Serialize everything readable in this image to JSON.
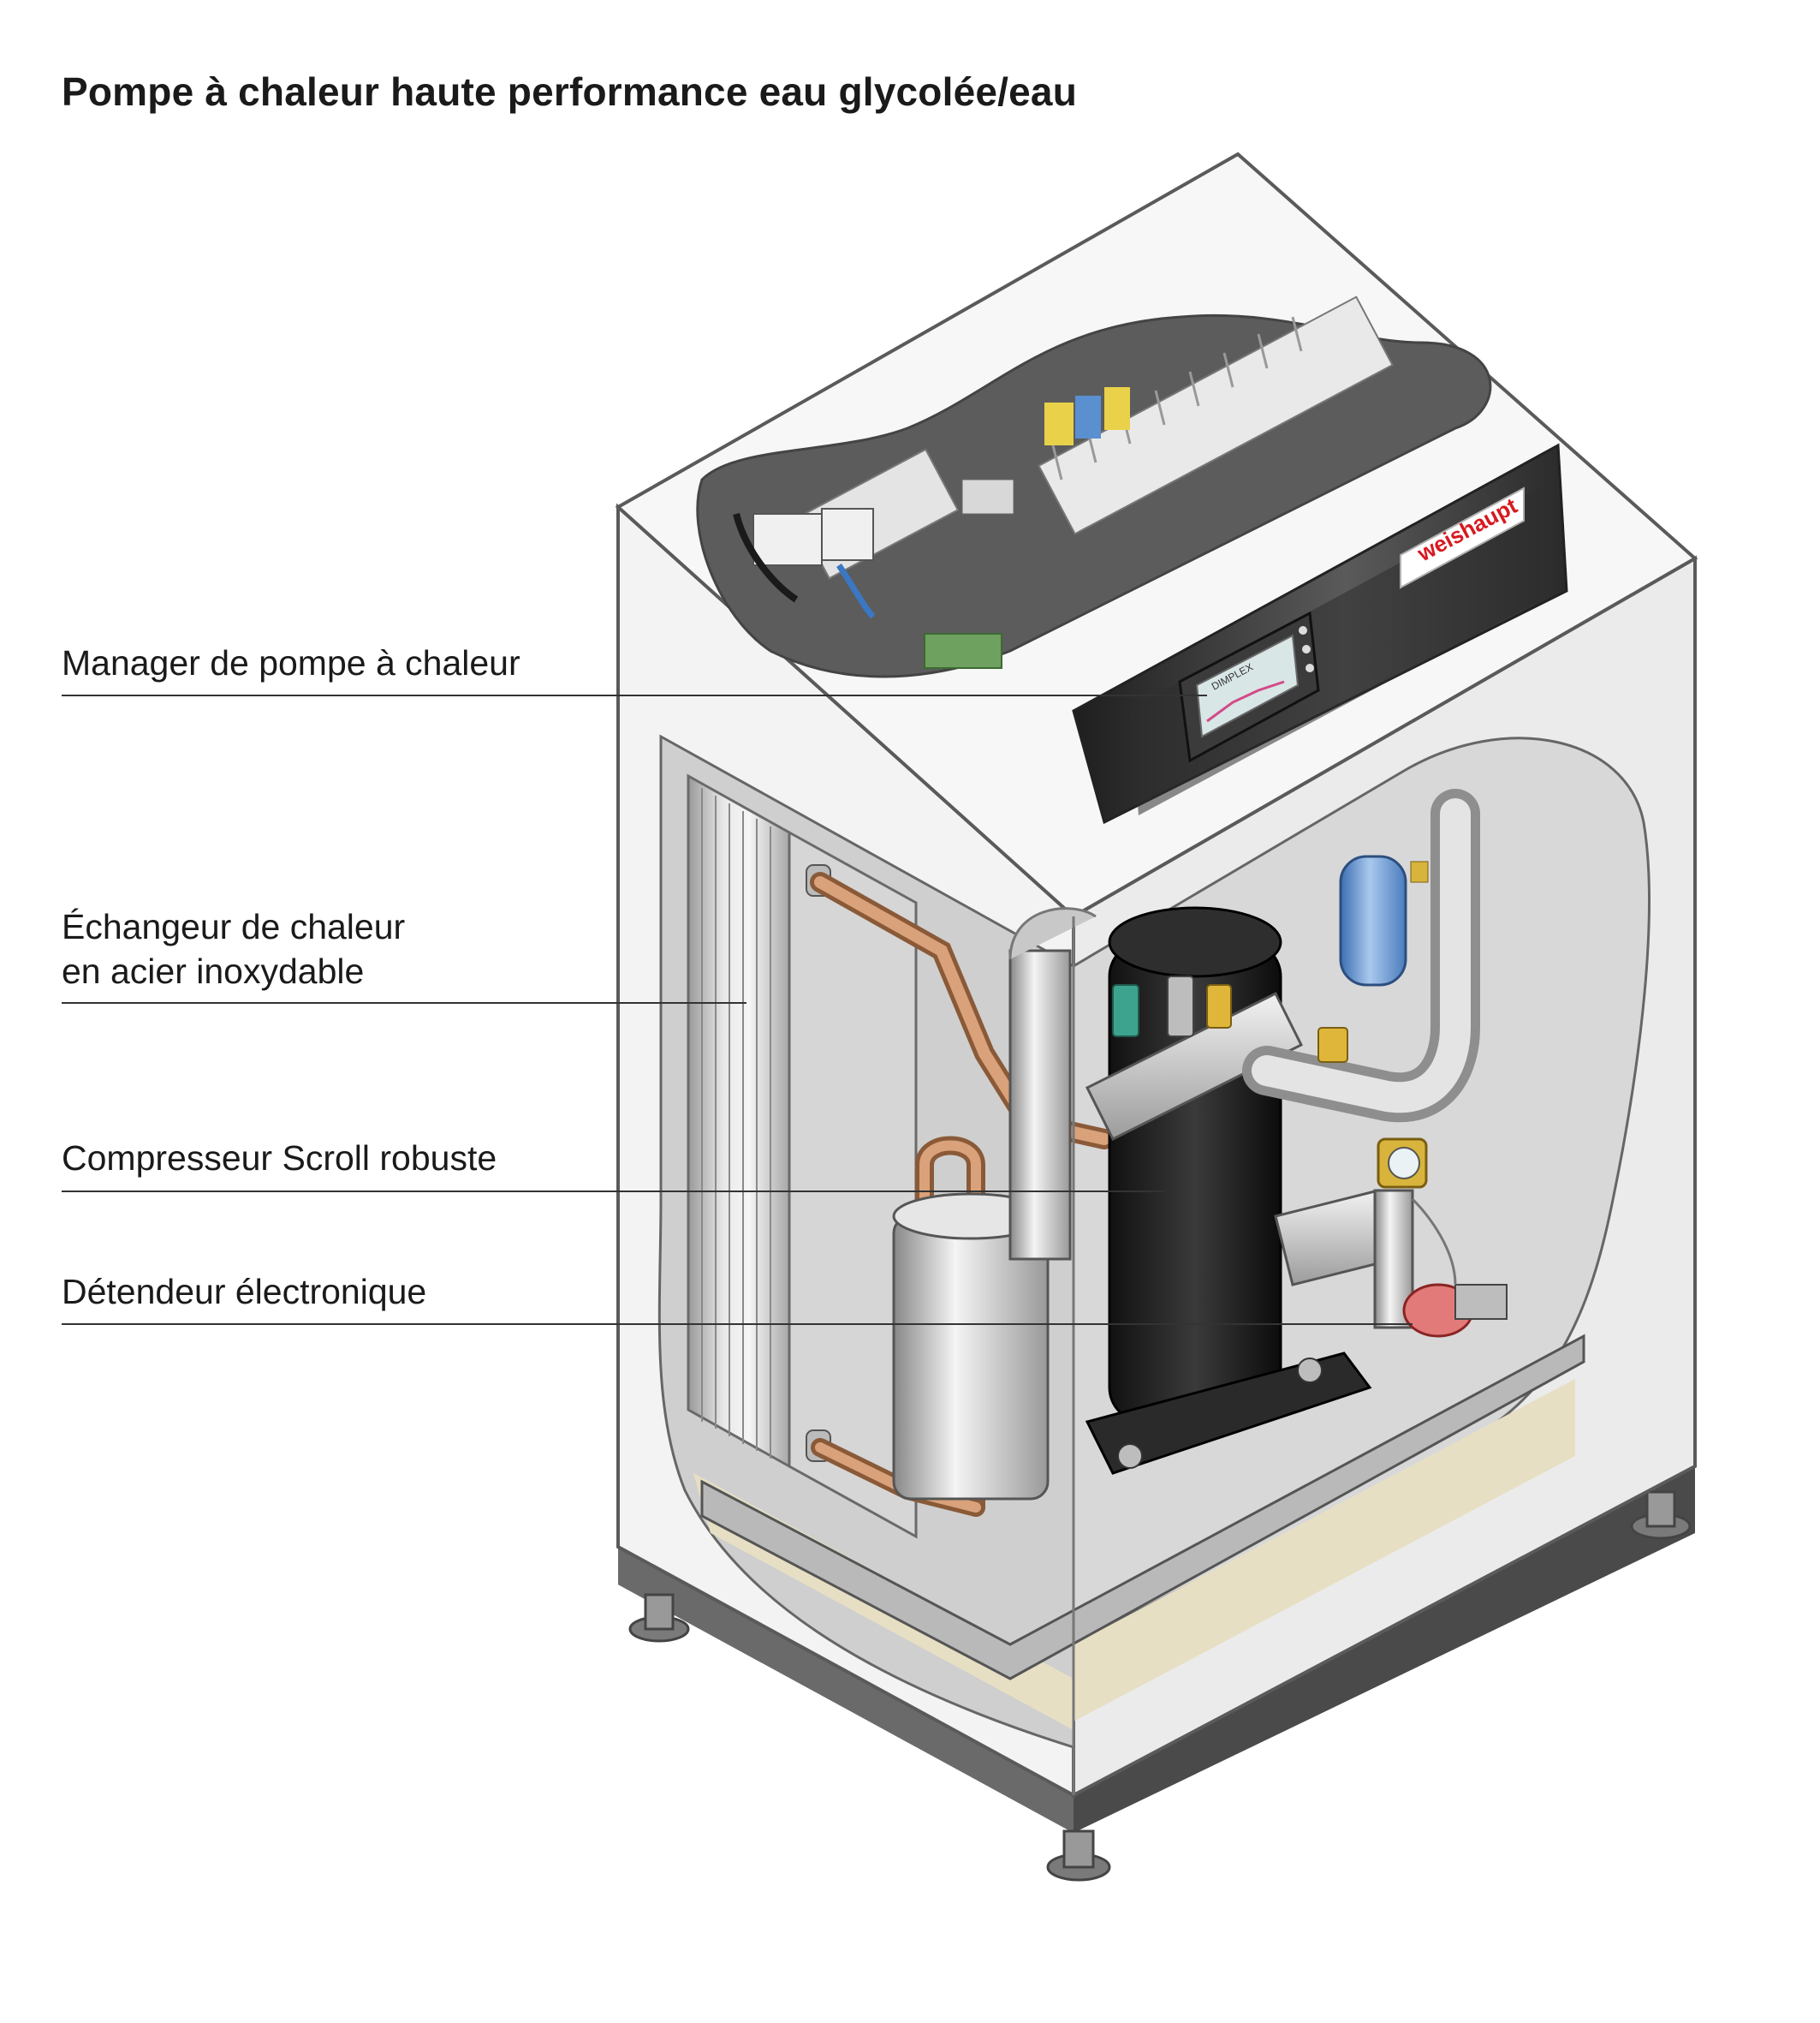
{
  "title": "Pompe à chaleur haute performance eau glycolée/eau",
  "brand": "weishaupt",
  "controller_display": "DIMPLEX",
  "callouts": [
    {
      "lines": [
        "Manager de pompe à chaleur"
      ]
    },
    {
      "lines": [
        "Échangeur de chaleur",
        "en acier inoxydable"
      ]
    },
    {
      "lines": [
        "Compresseur Scroll robuste"
      ]
    },
    {
      "lines": [
        "Détendeur électronique"
      ]
    }
  ],
  "colors": {
    "housing": "#f2f2f2",
    "cavity": "#dcdcdc",
    "copper": "#c98a5e",
    "compressor": "#222222",
    "panel": "#2c2c2c",
    "brand_red": "#d71920",
    "receiver_blue": "#6a9ad0",
    "valve_red": "#d44848",
    "brass": "#d8b43c"
  }
}
